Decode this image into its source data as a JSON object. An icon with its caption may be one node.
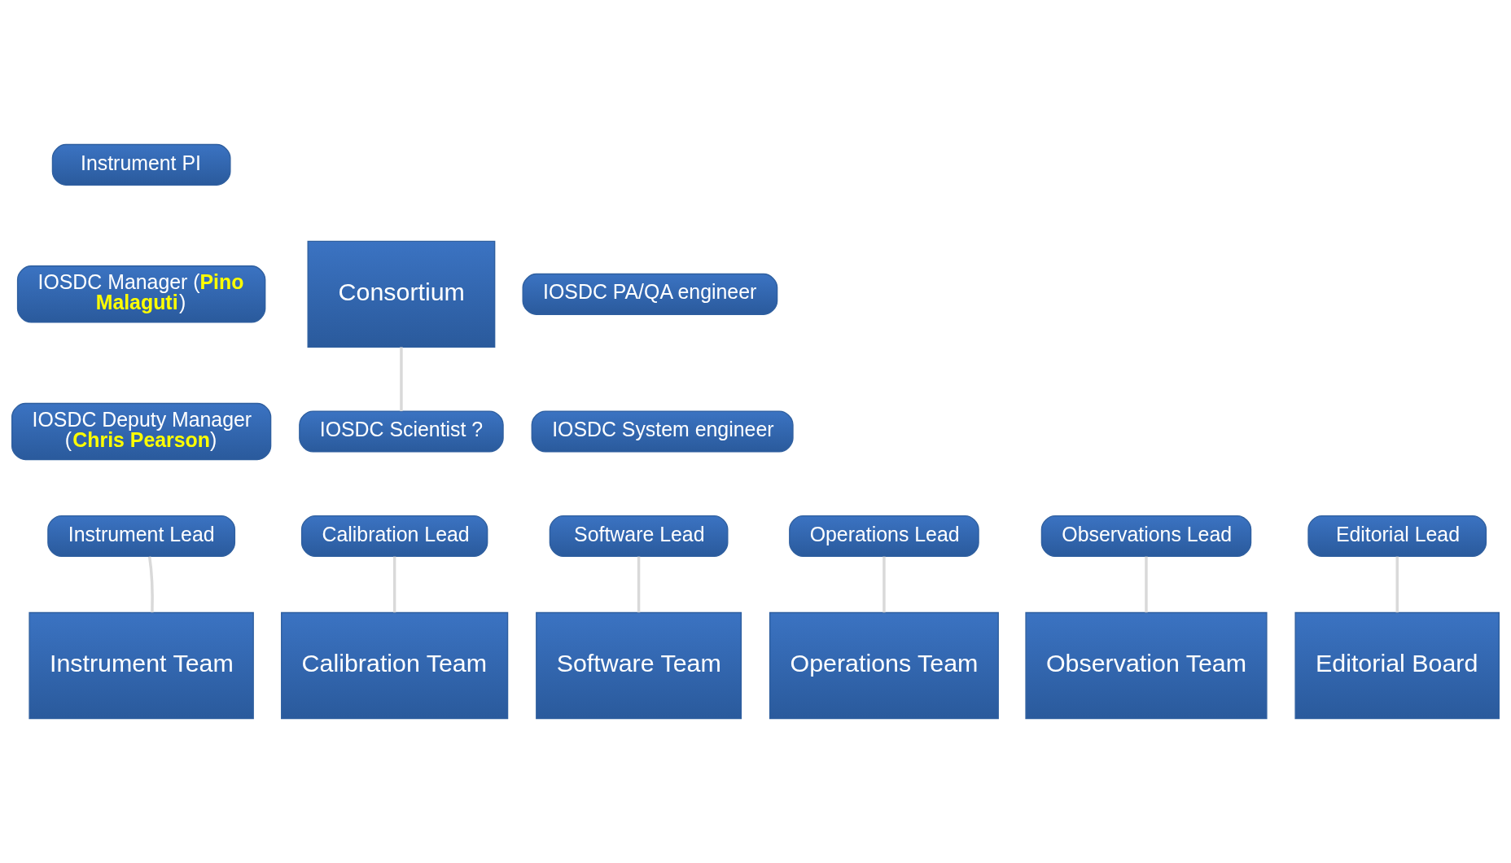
{
  "diagram": {
    "nodes": [
      {
        "text": [
          "Instrument PI"
        ]
      },
      {
        "text": [
          "Consortium"
        ]
      },
      {
        "text": [
          "IOSDC Manager (**Pino Malaguti**)"
        ]
      },
      {
        "text": [
          "IOSDC PA/QA engineer"
        ]
      },
      {
        "text": [
          "IOSDC Scientist ?"
        ]
      },
      {
        "text": [
          "IOSDC Deputy Manager (**Chris Pearson**)"
        ]
      },
      {
        "text": [
          "IOSDC System engineer"
        ]
      },
      {
        "text": [
          "Instrument Lead"
        ]
      },
      {
        "text": [
          "Calibration Lead"
        ]
      },
      {
        "text": [
          "Software Lead"
        ]
      },
      {
        "text": [
          "Operations Lead"
        ]
      },
      {
        "text": [
          "Observations Lead"
        ]
      },
      {
        "text": [
          "Editorial Lead"
        ]
      },
      {
        "text": [
          "Instrument Team"
        ]
      },
      {
        "text": [
          "Calibration Team"
        ]
      },
      {
        "text": [
          "Software Team"
        ]
      },
      {
        "text": [
          "Operations Team"
        ]
      },
      {
        "text": [
          "Observation Team"
        ]
      },
      {
        "text": [
          "Editorial Board"
        ]
      }
    ],
    "edges": [
      {
        "from": 1,
        "to": 4,
        "arrow": "none"
      },
      {
        "from": 7,
        "to": 13,
        "arrow": "none"
      },
      {
        "from": 8,
        "to": 14,
        "arrow": "none"
      },
      {
        "from": 9,
        "to": 15,
        "arrow": "none"
      },
      {
        "from": 10,
        "to": 16,
        "arrow": "none"
      },
      {
        "from": 11,
        "to": 17,
        "arrow": "none"
      },
      {
        "from": 12,
        "to": 18,
        "arrow": "none"
      }
    ]
  }
}
